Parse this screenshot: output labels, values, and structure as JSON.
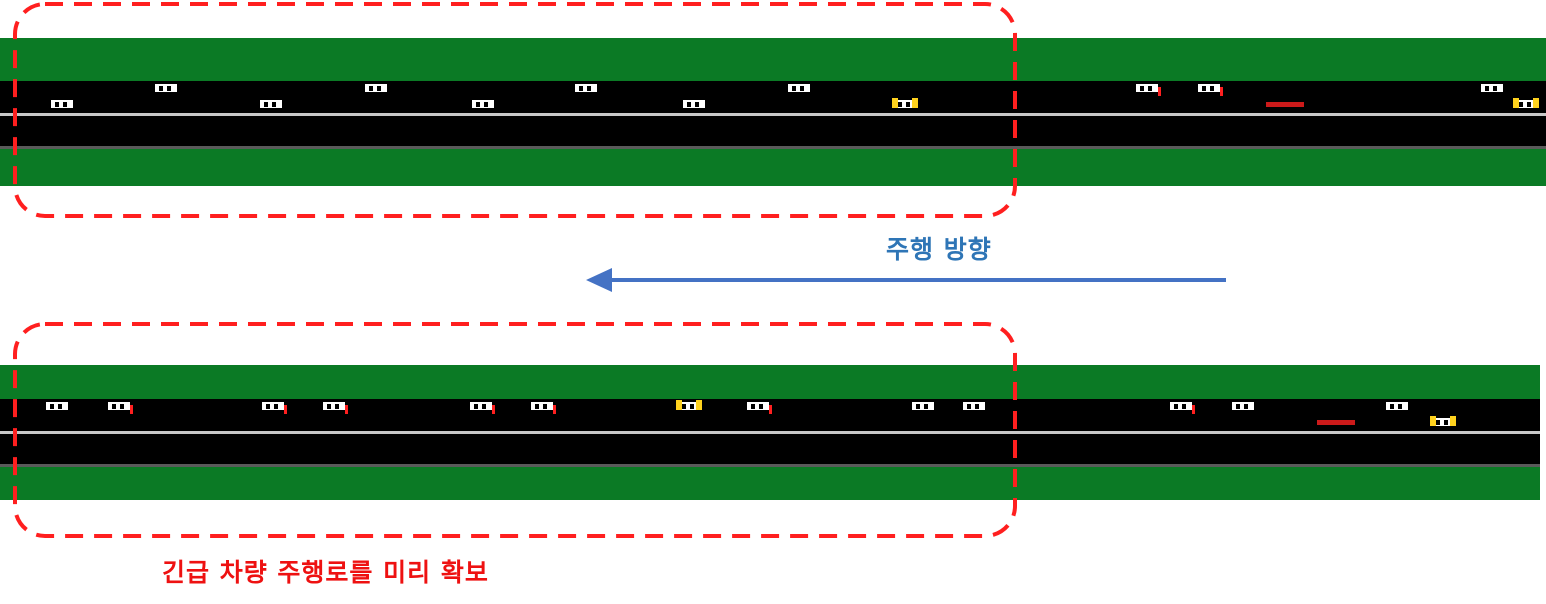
{
  "colors": {
    "grass": "#0b7a25",
    "road": "#000000",
    "lane_line": "#c8c8c8",
    "shoulder_line": "#5a5a5a",
    "highlight": "#ff1f1f",
    "arrow": "#4472c4",
    "direction_text": "#2e75b6",
    "caption_text": "#ee1111",
    "car": "#ffffff",
    "brake_light": "#ff2020",
    "emergency_vehicle": "#ffd21e"
  },
  "labels": {
    "direction": "주행 방향",
    "caption": "긴급 차량 주행로를 미리 확보"
  },
  "arrow": {
    "direction": "left"
  },
  "scenarios": [
    {
      "name": "before",
      "cars": [
        {
          "lane": "upper",
          "x": 0.1
        },
        {
          "lane": "upper",
          "x": 0.236
        },
        {
          "lane": "upper",
          "x": 0.372
        },
        {
          "lane": "upper",
          "x": 0.51
        },
        {
          "lane": "upper",
          "x": 0.735,
          "braking": true
        },
        {
          "lane": "upper",
          "x": 0.775,
          "braking": true
        },
        {
          "lane": "upper",
          "x": 0.958
        },
        {
          "lane": "lower",
          "x": 0.033
        },
        {
          "lane": "lower",
          "x": 0.168
        },
        {
          "lane": "lower",
          "x": 0.305
        },
        {
          "lane": "lower",
          "x": 0.442
        },
        {
          "lane": "lower",
          "x": 0.578,
          "type": "emergency"
        },
        {
          "lane": "lower",
          "x": 0.98,
          "type": "emergency"
        }
      ],
      "red_markers": [
        {
          "lane": "lower",
          "x": 0.819
        }
      ]
    },
    {
      "name": "after",
      "cars": [
        {
          "lane": "upper",
          "x": 0.03
        },
        {
          "lane": "upper",
          "x": 0.07,
          "braking": true
        },
        {
          "lane": "upper",
          "x": 0.17,
          "braking": true
        },
        {
          "lane": "upper",
          "x": 0.21,
          "braking": true
        },
        {
          "lane": "upper",
          "x": 0.305,
          "braking": true
        },
        {
          "lane": "upper",
          "x": 0.345,
          "braking": true
        },
        {
          "lane": "upper",
          "x": 0.44
        },
        {
          "lane": "upper",
          "x": 0.485,
          "braking": true
        },
        {
          "lane": "upper",
          "x": 0.592
        },
        {
          "lane": "upper",
          "x": 0.625
        },
        {
          "lane": "upper",
          "x": 0.76,
          "braking": true
        },
        {
          "lane": "upper",
          "x": 0.8
        },
        {
          "lane": "upper",
          "x": 0.9
        },
        {
          "lane": "upper",
          "x": 0.44,
          "type": "emergency"
        },
        {
          "lane": "lower",
          "x": 0.93,
          "type": "emergency"
        }
      ],
      "red_markers": [
        {
          "lane": "lower",
          "x": 0.855
        }
      ]
    }
  ]
}
